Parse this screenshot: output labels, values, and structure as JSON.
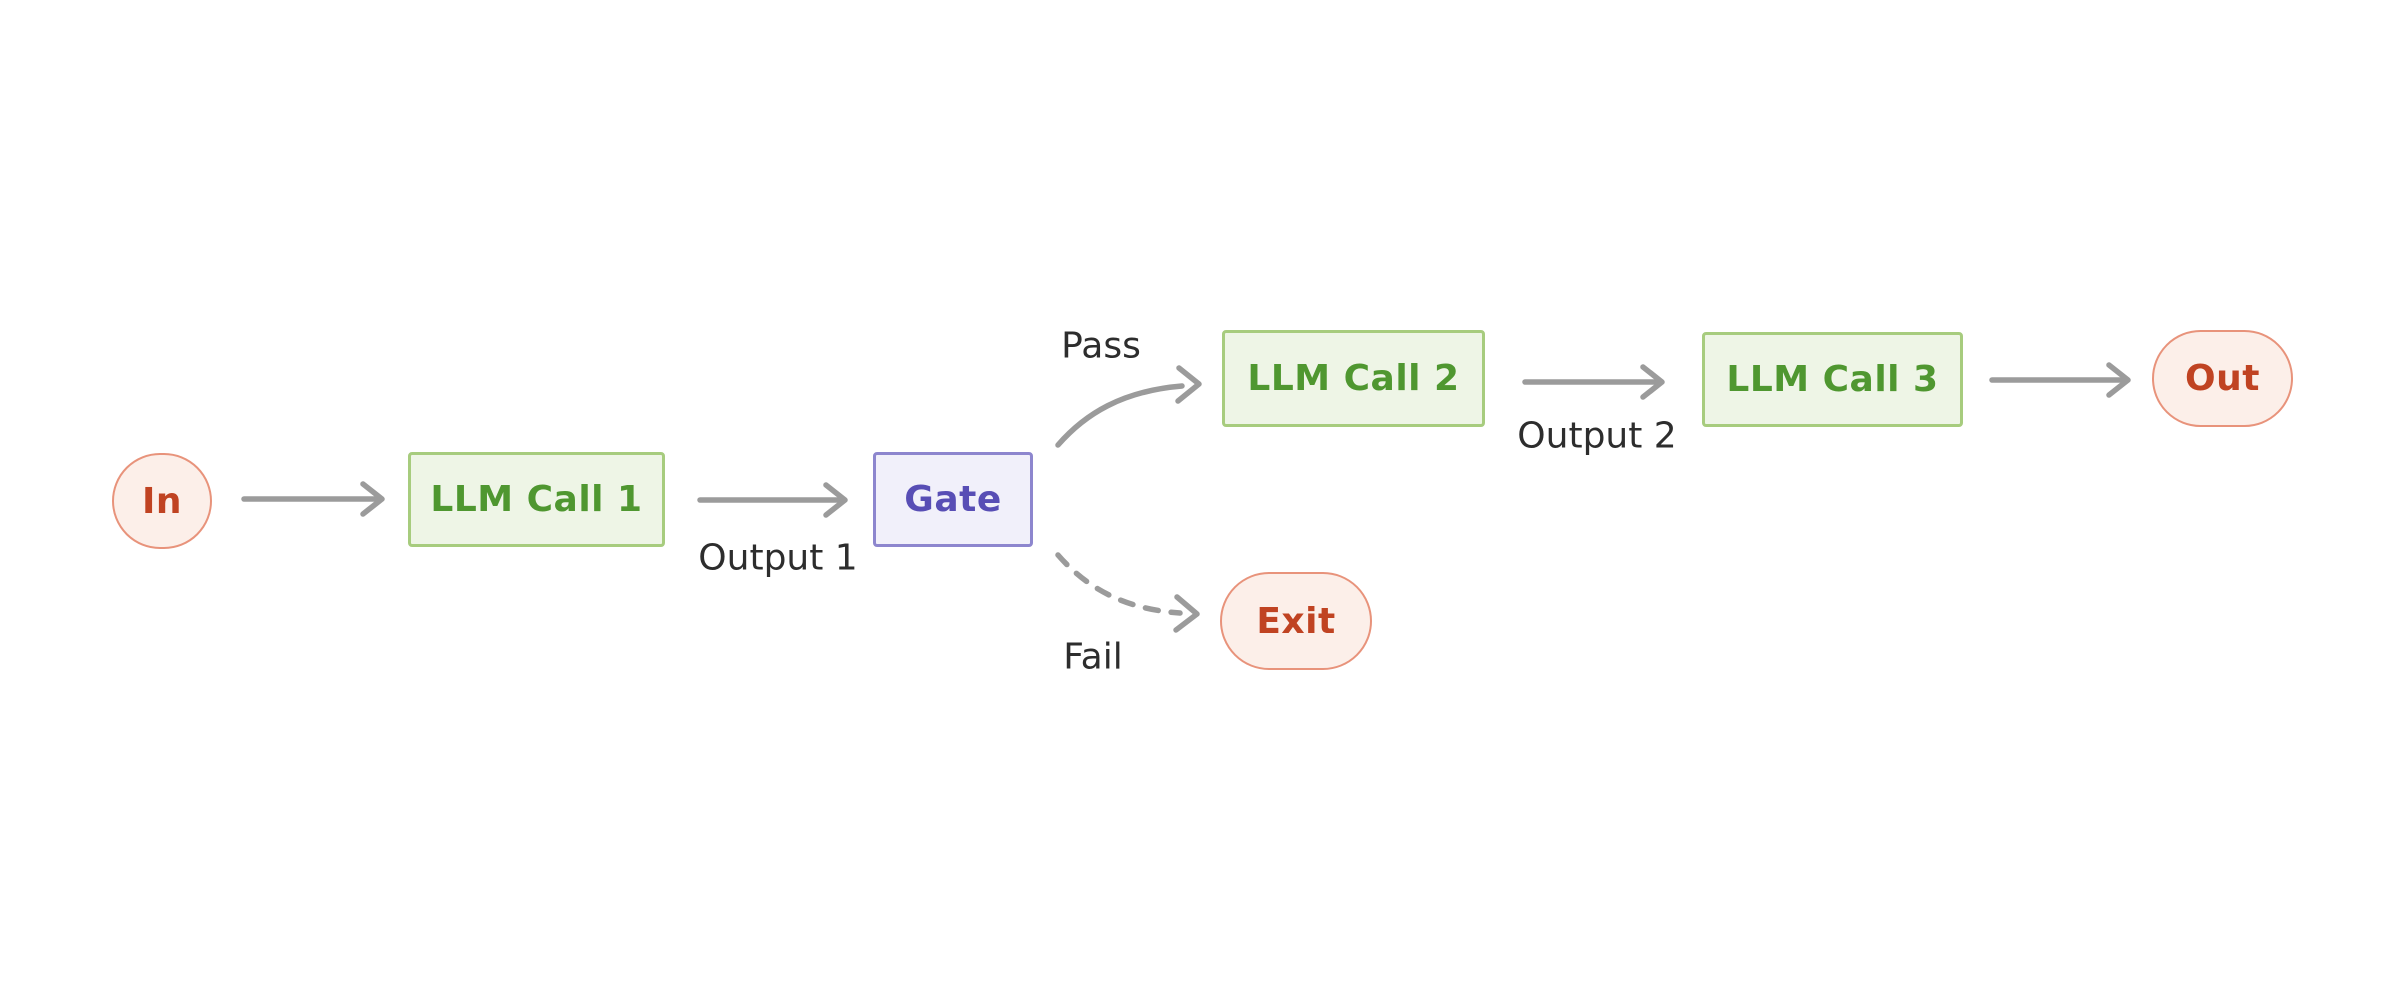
{
  "diagram": {
    "type": "flowchart",
    "title": "",
    "nodes": {
      "in": {
        "label": "In",
        "shape": "pill"
      },
      "llm1": {
        "label": "LLM Call 1",
        "shape": "rect"
      },
      "gate": {
        "label": "Gate",
        "shape": "rect"
      },
      "llm2": {
        "label": "LLM Call 2",
        "shape": "rect"
      },
      "llm3": {
        "label": "LLM Call 3",
        "shape": "rect"
      },
      "exit": {
        "label": "Exit",
        "shape": "pill"
      },
      "out": {
        "label": "Out",
        "shape": "pill"
      }
    },
    "edges": {
      "in_llm1": {
        "from": "in",
        "to": "llm1",
        "style": "solid-straight"
      },
      "llm1_gate": {
        "from": "llm1",
        "to": "gate",
        "style": "solid-straight",
        "label": "Output 1"
      },
      "gate_llm2": {
        "from": "gate",
        "to": "llm2",
        "style": "solid-curve",
        "label": "Pass"
      },
      "gate_exit": {
        "from": "gate",
        "to": "exit",
        "style": "dashed-curve",
        "label": "Fail"
      },
      "llm2_llm3": {
        "from": "llm2",
        "to": "llm3",
        "style": "solid-straight",
        "label": "Output 2"
      },
      "llm3_out": {
        "from": "llm3",
        "to": "out",
        "style": "solid-straight"
      }
    },
    "colors": {
      "background": "#ffffff",
      "process_fill": "#eef5e6",
      "process_border": "#a7cc7e",
      "process_text": "#4f9730",
      "gate_fill": "#f1f0fa",
      "gate_border": "#8d86ce",
      "gate_text": "#584eb5",
      "terminal_fill": "#fcefe9",
      "terminal_border": "#e8937b",
      "terminal_text": "#c04322",
      "arrow": "#9b9b9b",
      "edge_label_text": "#2d2d2d"
    }
  }
}
